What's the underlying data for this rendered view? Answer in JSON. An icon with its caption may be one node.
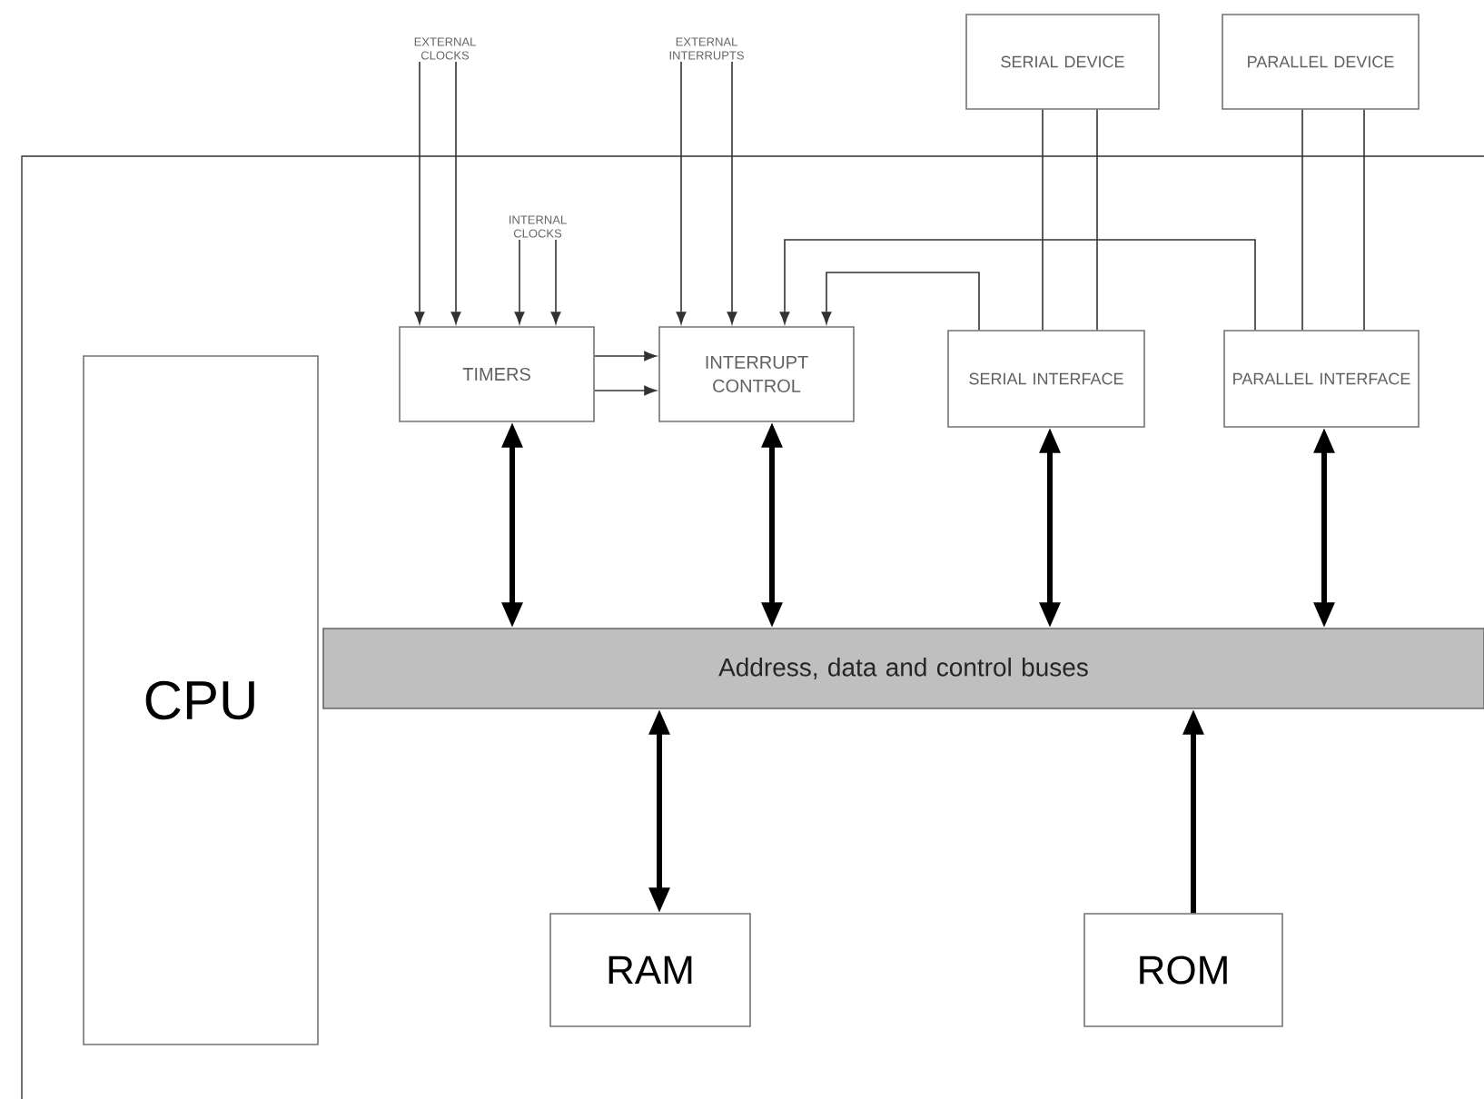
{
  "diagram": {
    "nodes": [
      {
        "text": [
          "EXTERNAL CLOCKS"
        ]
      },
      {
        "text": [
          "INTERNAL CLOCKS"
        ]
      },
      {
        "text": [
          "EXTERNAL INTERRUPTS"
        ]
      },
      {
        "text": [
          "SERIAL DEVICE"
        ]
      },
      {
        "text": [
          "PARALLEL DEVICE"
        ]
      },
      {
        "text": [
          "TIMERS"
        ]
      },
      {
        "text": [
          "INTERRUPT CONTROL"
        ]
      },
      {
        "text": [
          "SERIAL INTERFACE"
        ]
      },
      {
        "text": [
          "PARALLEL INTERFACE"
        ]
      },
      {
        "text": [
          "CPU"
        ]
      },
      {
        "text": [
          "Address, data and control buses"
        ]
      },
      {
        "text": [
          "RAM"
        ]
      },
      {
        "text": [
          "ROM"
        ]
      }
    ],
    "edges": [
      {
        "from": 0,
        "to": 5,
        "arrow": "to"
      },
      {
        "from": 0,
        "to": 5,
        "arrow": "to"
      },
      {
        "from": 1,
        "to": 5,
        "arrow": "to"
      },
      {
        "from": 1,
        "to": 5,
        "arrow": "to"
      },
      {
        "from": 2,
        "to": 6,
        "arrow": "to"
      },
      {
        "from": 2,
        "to": 6,
        "arrow": "to"
      },
      {
        "from": 5,
        "to": 6,
        "arrow": "to"
      },
      {
        "from": 5,
        "to": 6,
        "arrow": "to"
      },
      {
        "from": 7,
        "to": 6,
        "arrow": "to"
      },
      {
        "from": 8,
        "to": 6,
        "arrow": "to"
      },
      {
        "from": 3,
        "to": 7,
        "arrow": "none"
      },
      {
        "from": 3,
        "to": 7,
        "arrow": "none"
      },
      {
        "from": 4,
        "to": 8,
        "arrow": "none"
      },
      {
        "from": 4,
        "to": 8,
        "arrow": "none"
      },
      {
        "from": 5,
        "to": 10,
        "arrow": "both",
        "style": "thick"
      },
      {
        "from": 6,
        "to": 10,
        "arrow": "both",
        "style": "thick"
      },
      {
        "from": 7,
        "to": 10,
        "arrow": "both",
        "style": "thick"
      },
      {
        "from": 8,
        "to": 10,
        "arrow": "both",
        "style": "thick"
      },
      {
        "from": 10,
        "to": 11,
        "arrow": "both",
        "style": "thick"
      },
      {
        "from": 12,
        "to": 10,
        "arrow": "to",
        "style": "thick"
      }
    ]
  }
}
